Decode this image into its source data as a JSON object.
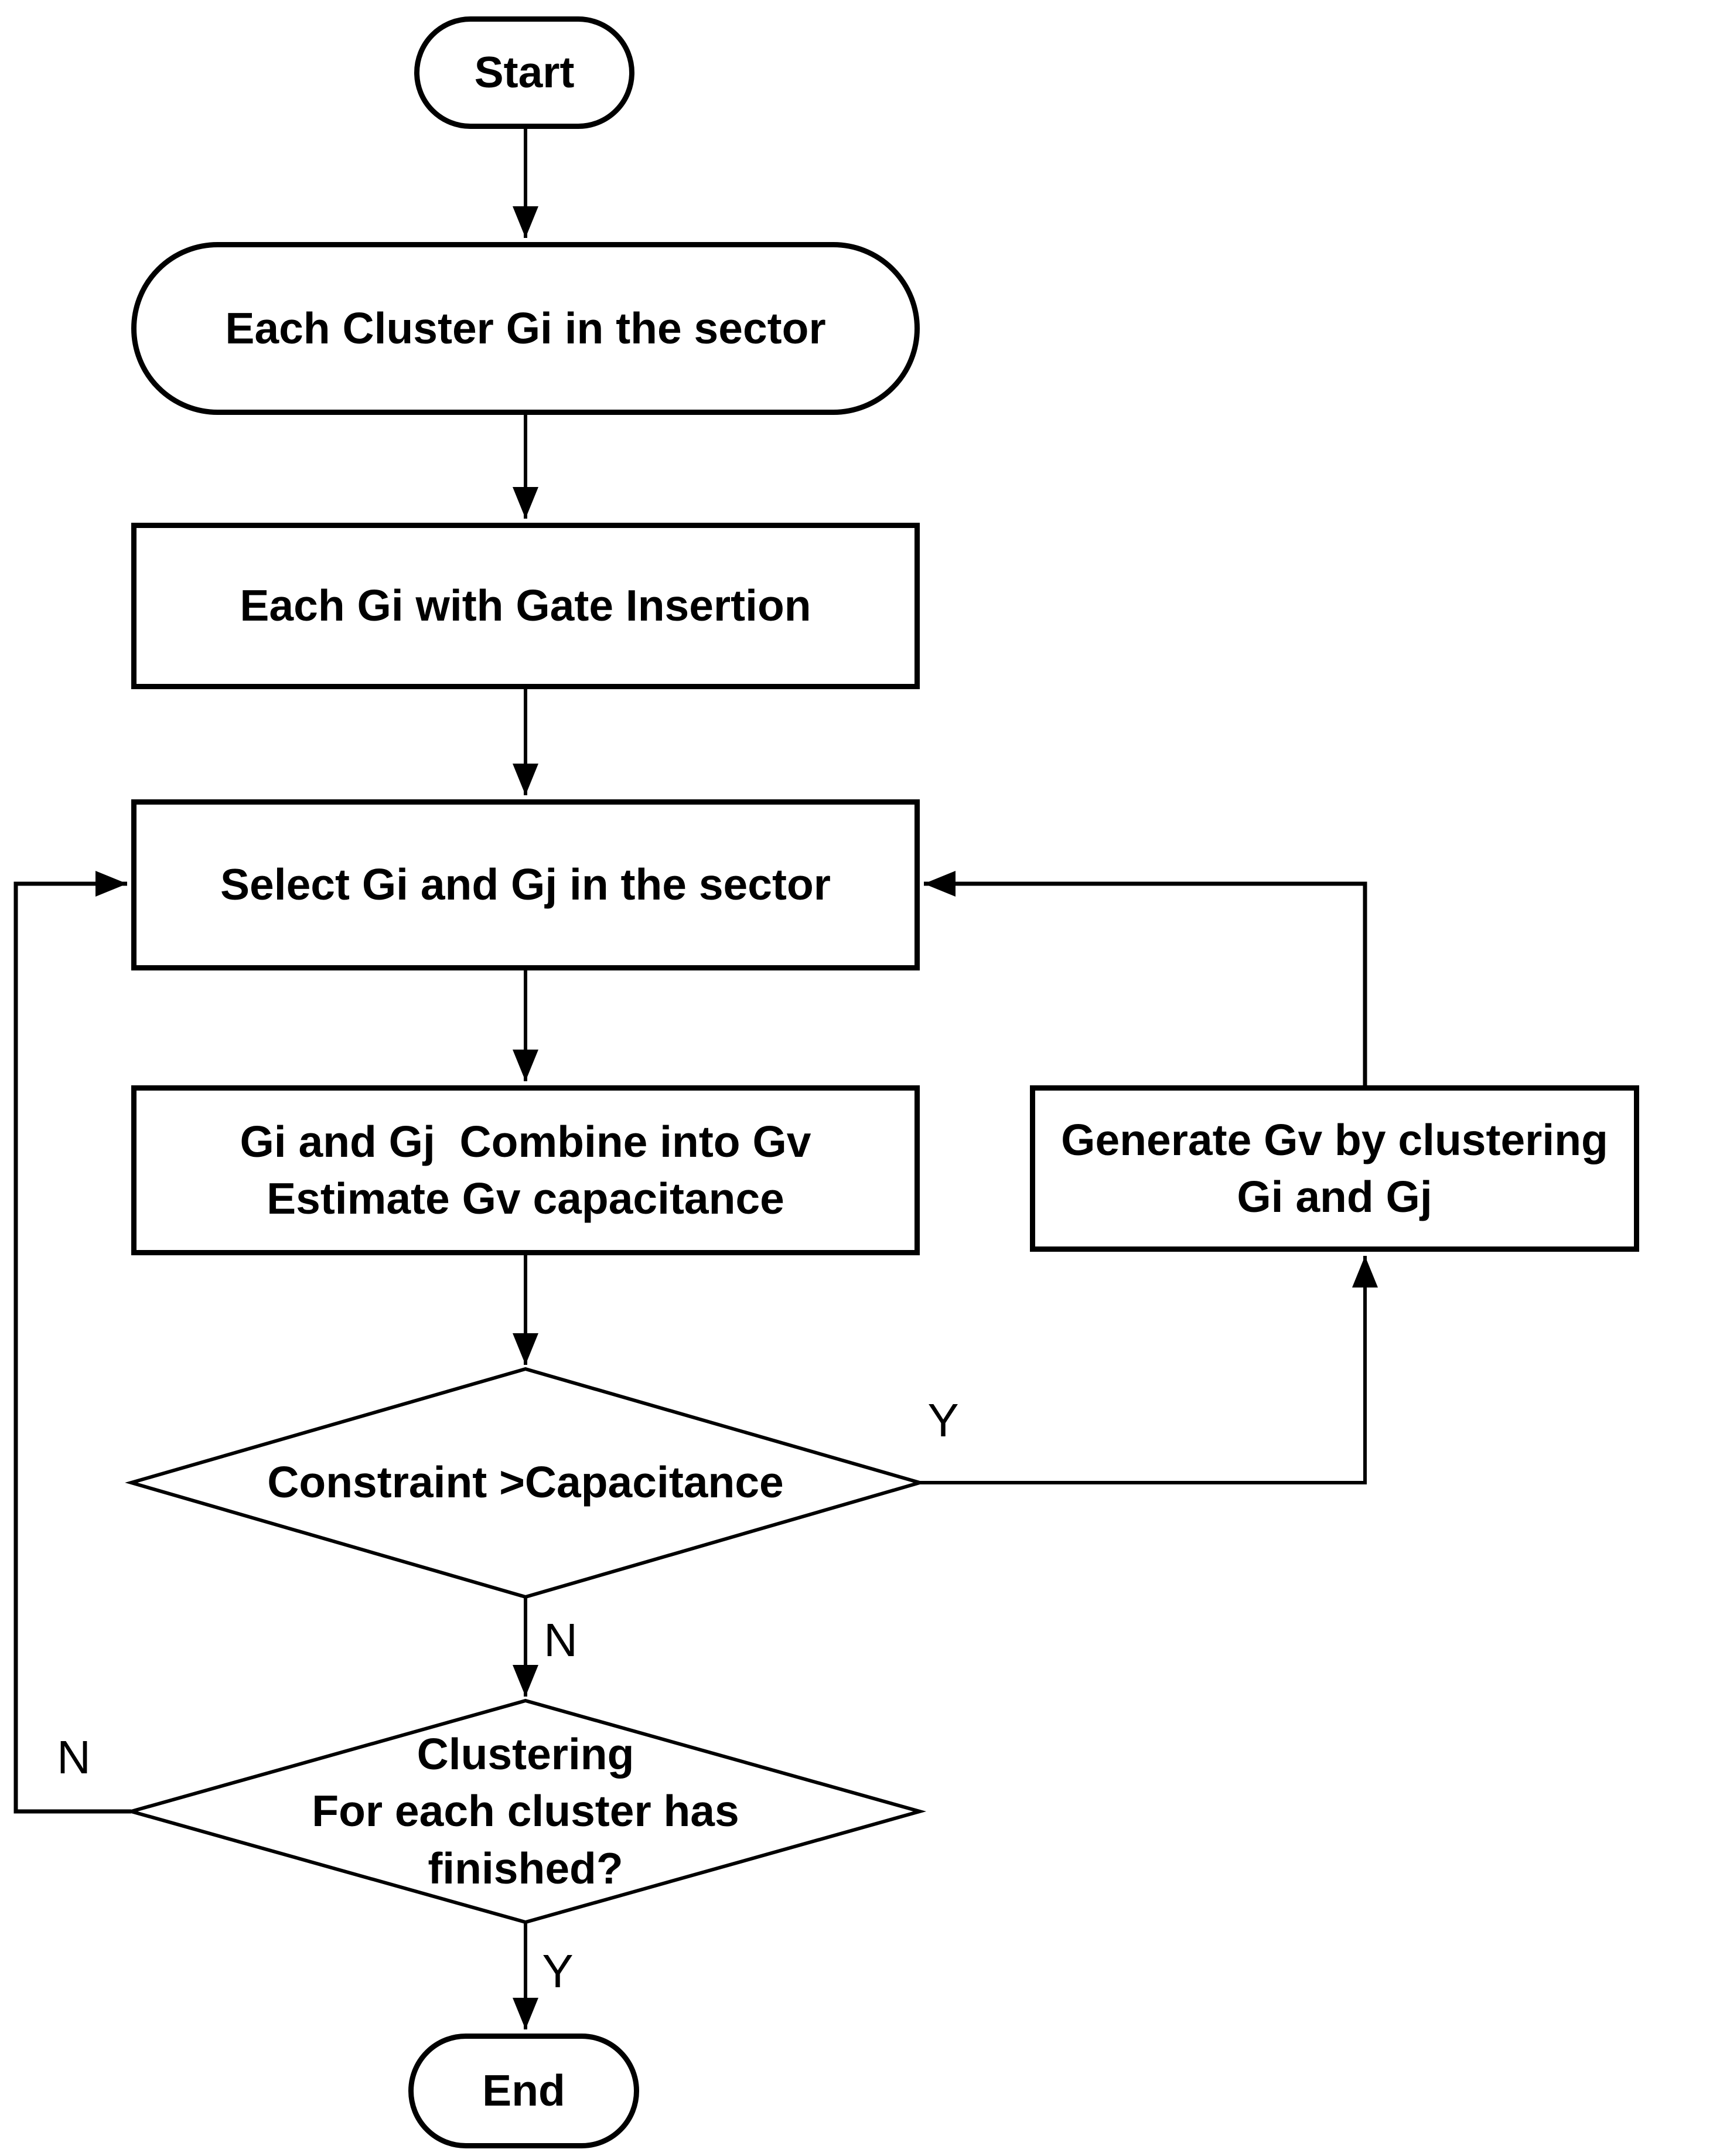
{
  "diagram": {
    "nodes": {
      "start": "Start",
      "each_cluster": "Each Cluster Gi in the sector",
      "gate_insertion": "Each Gi with Gate Insertion",
      "select_pair": "Select Gi and Gj in the sector",
      "combine": "Gi and Gj  Combine into Gv\nEstimate Gv capacitance",
      "constraint_decision": "Constraint >Capacitance",
      "generate": "Generate Gv by clustering\nGi and Gj",
      "finished_decision": "Clustering\nFor each cluster has\nfinished?",
      "end": "End"
    },
    "edge_labels": {
      "constraint_yes": "Y",
      "constraint_no": "N",
      "finished_no": "N",
      "finished_yes": "Y"
    },
    "colors": {
      "stroke": "#000000",
      "background": "#ffffff",
      "text": "#000000"
    }
  }
}
